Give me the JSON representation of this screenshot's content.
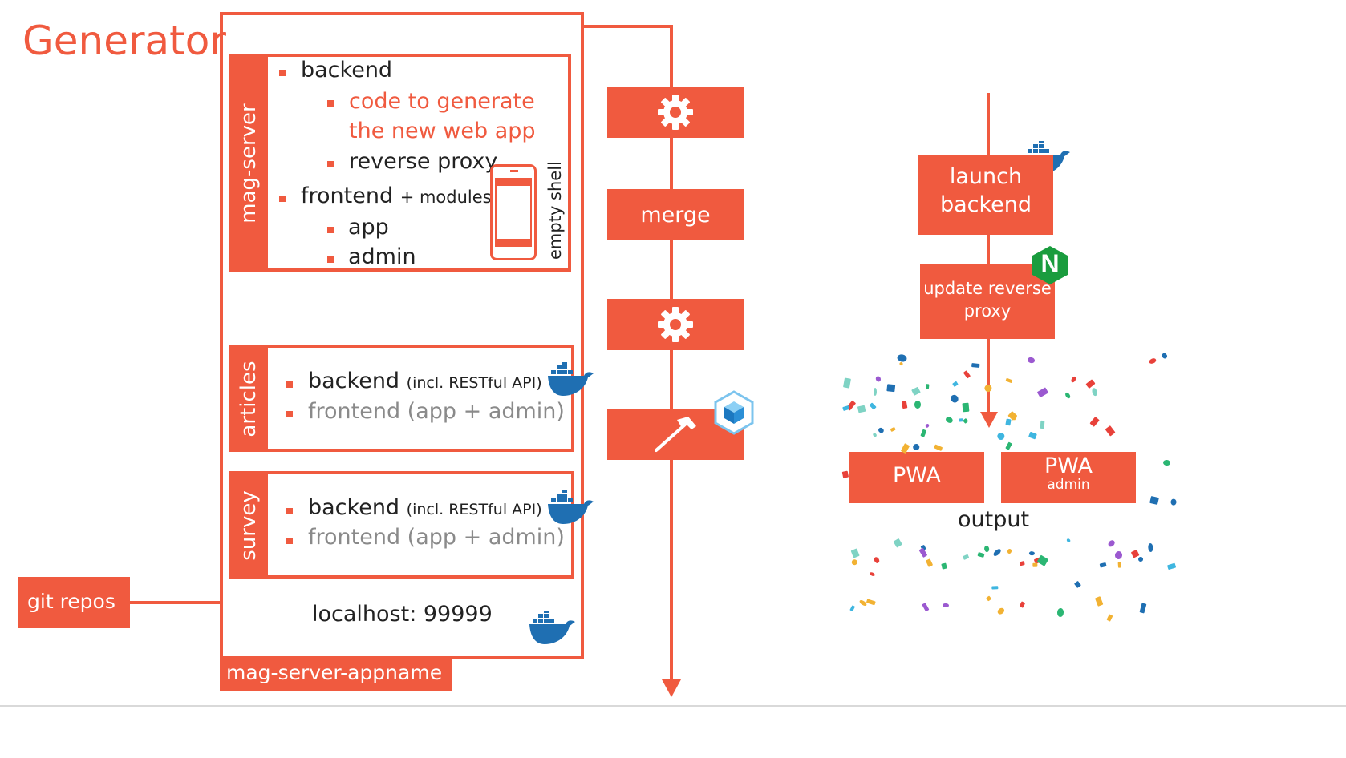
{
  "title": "Generator",
  "container": {
    "footer_label": "mag-server-appname",
    "localhost": "localhost: 99999"
  },
  "git_repos": "git repos",
  "mag_server": {
    "label": "mag-server",
    "backend": "backend",
    "generate_line1": "code to generate",
    "generate_line2": "the new web app",
    "reverse_proxy": "reverse proxy",
    "frontend": "frontend",
    "modules": "+ modules",
    "app": "app",
    "admin": "admin",
    "empty_shell": "empty shell"
  },
  "articles": {
    "label": "articles",
    "backend": "backend",
    "backend_note": "(incl. RESTful API)",
    "frontend": "frontend (app + admin)"
  },
  "survey": {
    "label": "survey",
    "backend": "backend",
    "backend_note": "(incl. RESTful API)",
    "frontend": "frontend (app + admin)"
  },
  "pipeline": {
    "merge": "merge"
  },
  "deploy": {
    "launch_line1": "launch",
    "launch_line2": "backend",
    "update_line1": "update reverse",
    "update_line2": "proxy",
    "nginx_letter": "N",
    "pwa": "PWA",
    "pwa_admin_title": "PWA",
    "pwa_admin_sub": "admin",
    "output": "output"
  },
  "colors": {
    "accent": "#f05a3f",
    "docker": "#1f6fb2",
    "nginx": "#1a9c3e",
    "webpack": "#5fb3e6"
  }
}
